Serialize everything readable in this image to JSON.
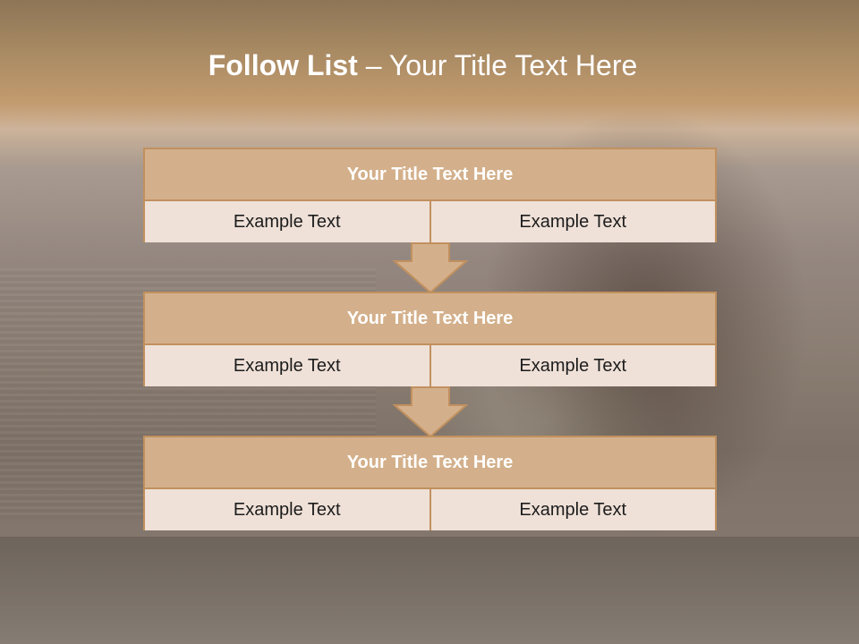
{
  "title": {
    "bold": "Follow List",
    "rest": " – Your Title Text Here"
  },
  "boxes": [
    {
      "title": "Your Title Text Here",
      "left": "Example Text",
      "right": "Example Text"
    },
    {
      "title": "Your Title Text Here",
      "left": "Example Text",
      "right": "Example Text"
    },
    {
      "title": "Your Title Text Here",
      "left": "Example Text",
      "right": "Example Text"
    }
  ],
  "colors": {
    "box_fill": "#d3b08b",
    "box_border": "#c1905f",
    "cell_fill": "#efe1d8"
  }
}
